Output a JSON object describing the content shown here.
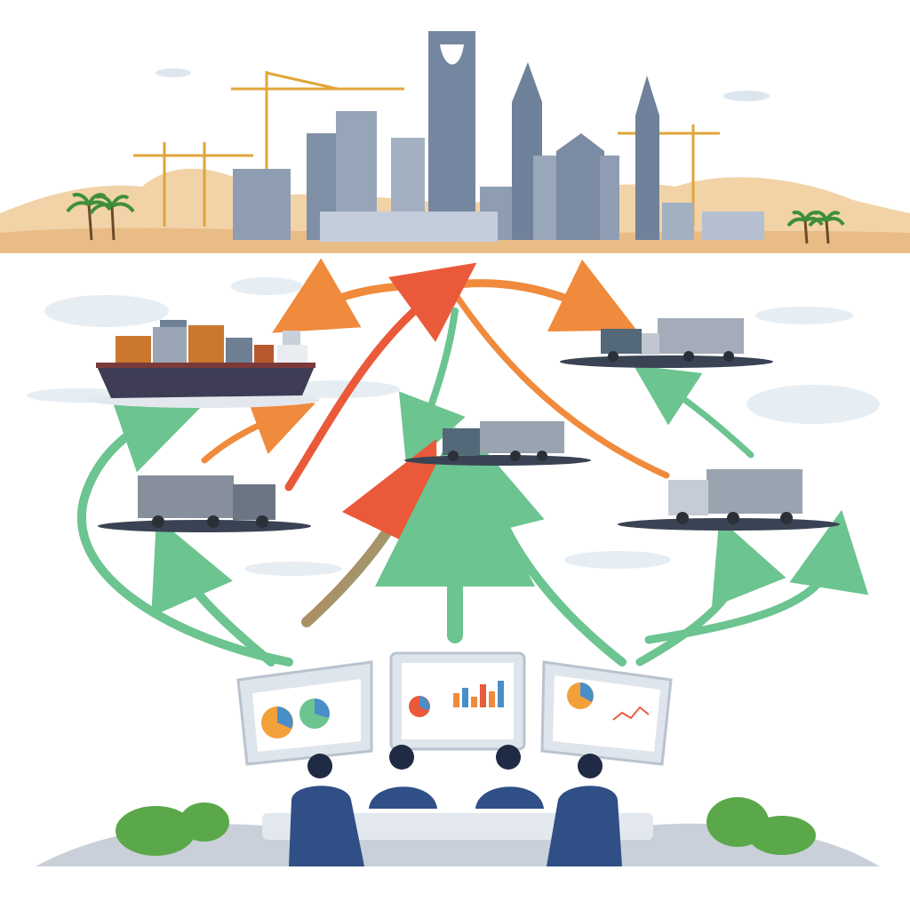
{
  "scene": {
    "background_color": "#ffffff",
    "skyline": {
      "sand_color": "#f2d3a8",
      "building_color": "#7f8fa6",
      "crane_color": "#e0a53a",
      "palm_color": "#3f8f3a"
    },
    "vehicles": {
      "ship": {
        "icon": "cargo-ship-icon",
        "container_colors": [
          "#c9782e",
          "#9aa6b5",
          "#6f7f94",
          "#b85a2e"
        ]
      },
      "trucks": [
        {
          "icon": "truck-icon"
        },
        {
          "icon": "truck-icon"
        },
        {
          "icon": "truck-icon"
        },
        {
          "icon": "truck-icon"
        }
      ]
    },
    "arrow_colors": {
      "orange": "#f08a3c",
      "red": "#ea5a3a",
      "green": "#6cc490"
    },
    "control_center": {
      "monitors": [
        {
          "content": "pie-charts-dashboard"
        },
        {
          "content": "bar-chart-dashboard"
        },
        {
          "content": "line-and-pie-dashboard"
        }
      ],
      "operators": 4,
      "suit_color": "#2f4f86"
    }
  }
}
